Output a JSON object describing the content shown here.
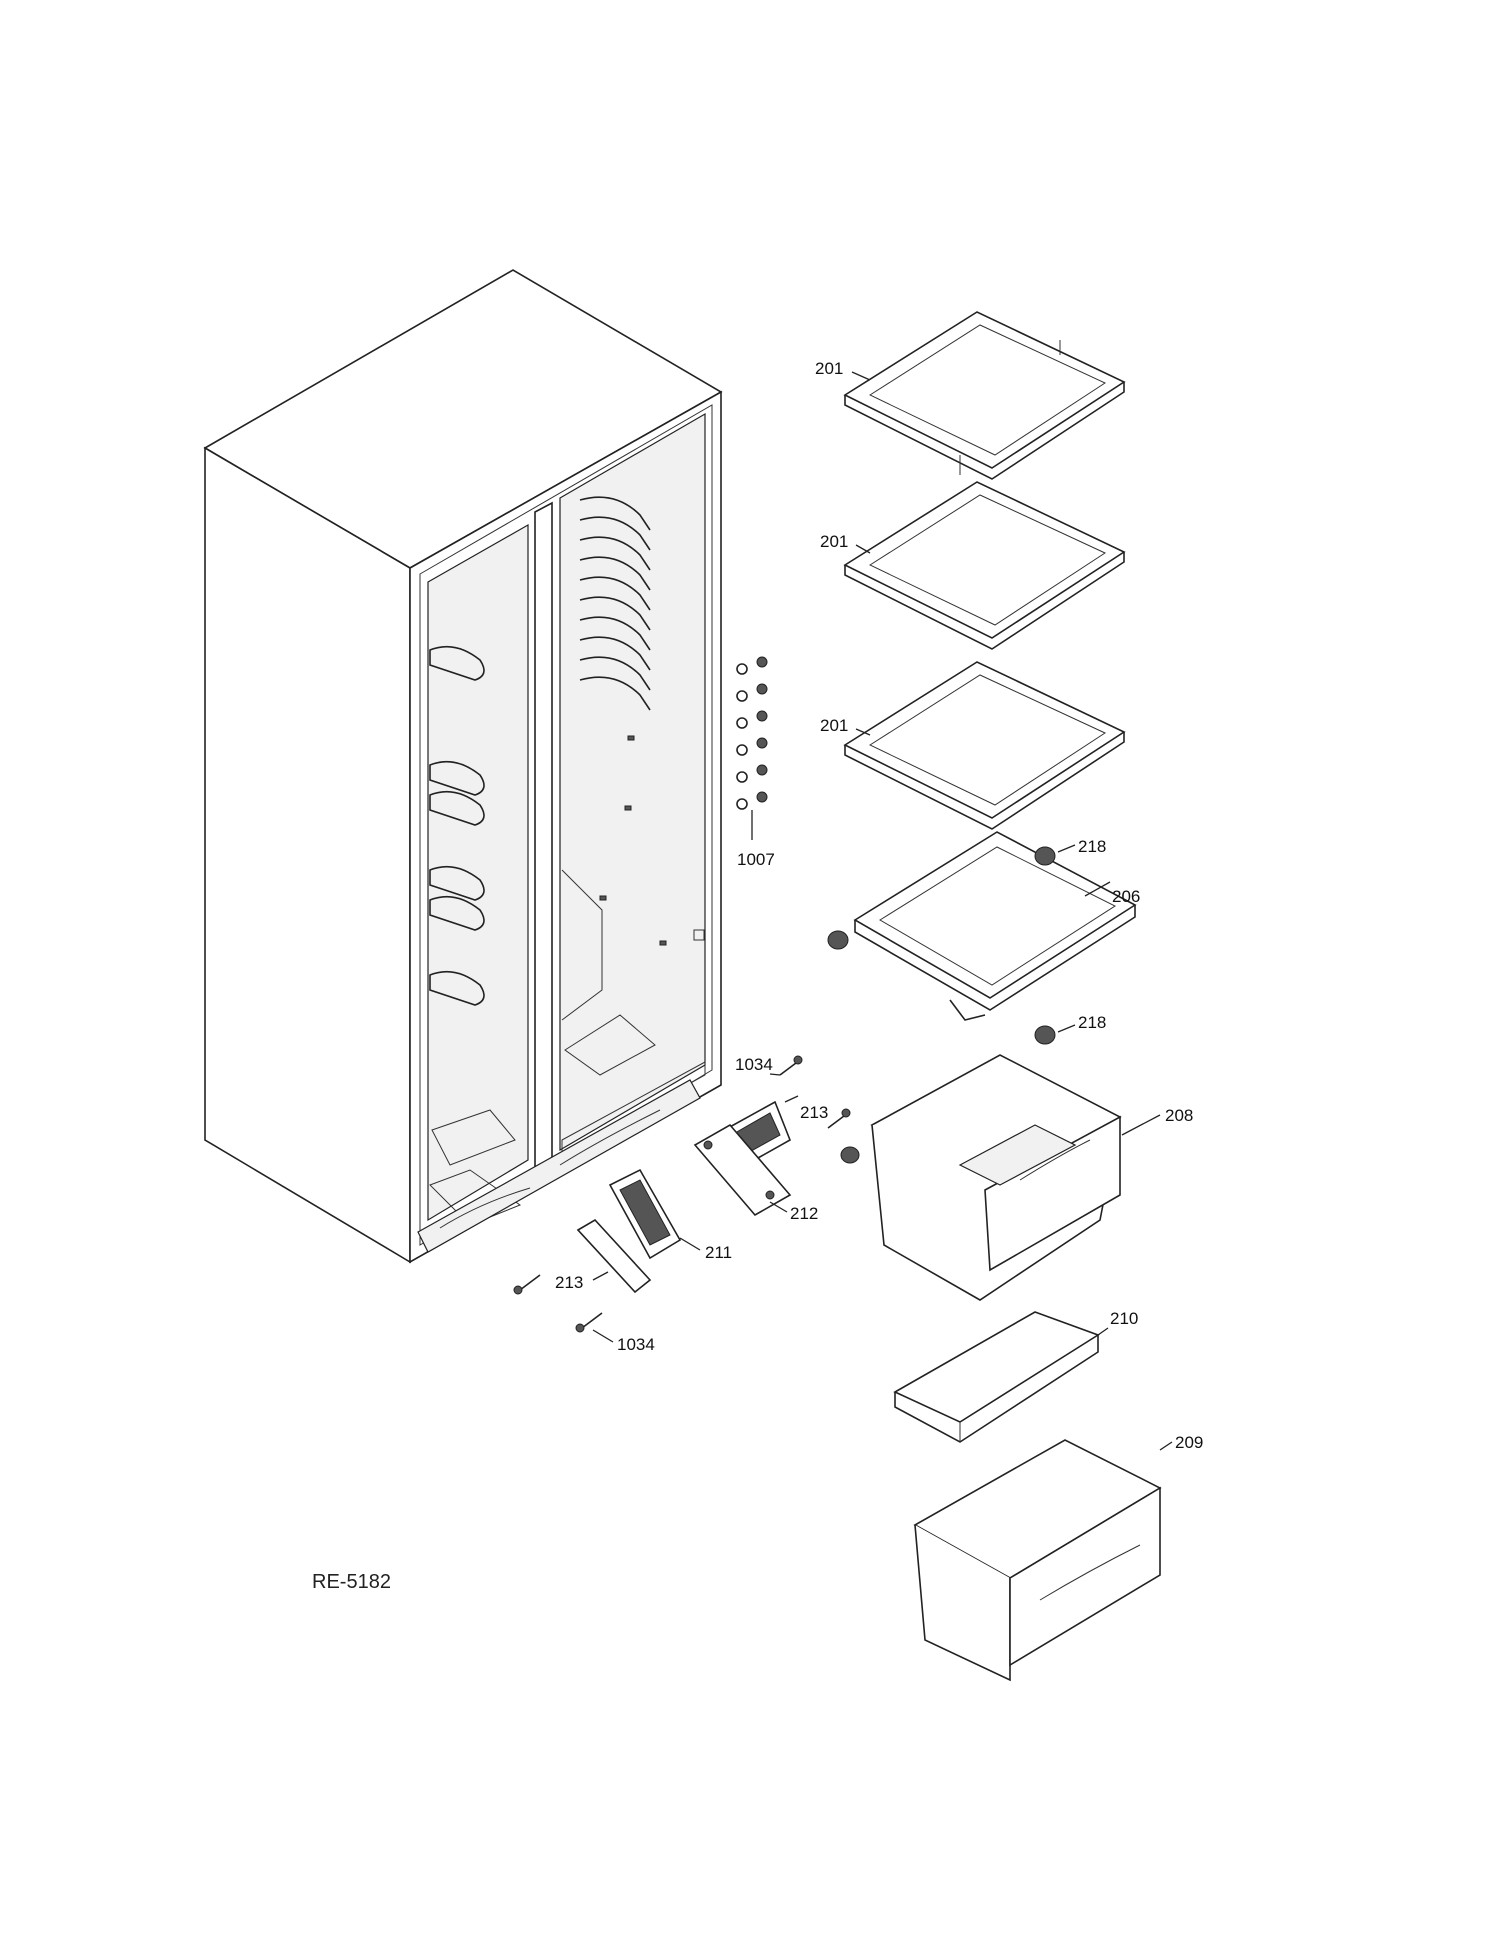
{
  "diagram": {
    "code": "RE-5182",
    "labels": {
      "shelf_top": "201",
      "shelf_middle": "201",
      "shelf_lower": "201",
      "screws_shelf": "1007",
      "cap_upper": "218",
      "shelf_206": "206",
      "cap_lower": "218",
      "screw_center": "1034",
      "cover_213_upper": "213",
      "drawer_208": "208",
      "bracket_212": "212",
      "bracket_211": "211",
      "cover_213_lower": "213",
      "screw_lower": "1034",
      "cover_210": "210",
      "drawer_209": "209"
    }
  }
}
